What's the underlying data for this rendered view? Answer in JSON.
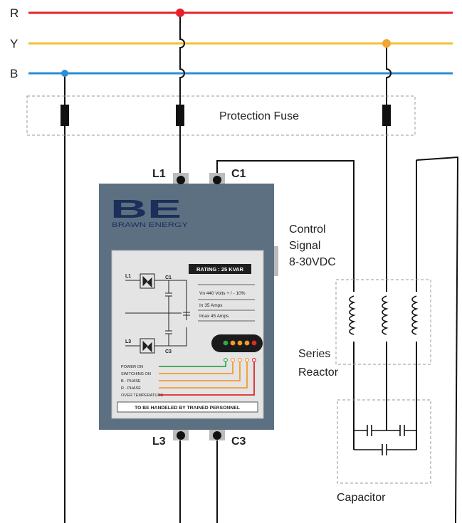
{
  "phases": [
    {
      "label": "R",
      "color": "#e8202a"
    },
    {
      "label": "Y",
      "color": "#f2c230"
    },
    {
      "label": "B",
      "color": "#2a8fd8"
    }
  ],
  "junction_colors": {
    "r": "#e8202a",
    "y": "#f4a431",
    "b": "#2a8fd8"
  },
  "fuse_label": "Protection Fuse",
  "terminals": {
    "l1": "L1",
    "c1": "C1",
    "l3": "L3",
    "c3": "C3"
  },
  "brand": {
    "logo": "BE",
    "name": "BRAWN ENERGY",
    "color": "#1c2f5a"
  },
  "control_signal": [
    "Control",
    "Signal",
    "8-30VDC"
  ],
  "reactor_label": [
    "Series",
    "Reactor"
  ],
  "capacitor_label": "Capacitor",
  "panel": {
    "rating": "RATING : 25 KVAR",
    "specs": [
      "Vn   440 Volts + / - 10%",
      "In    35  Amps",
      "Imax 45  Amps"
    ],
    "schematic_labels": {
      "l1": "L1",
      "c1": "C1",
      "l3": "L3",
      "c3": "C3"
    },
    "indicators": [
      {
        "label": "POWER ON",
        "color": "#2ea84a"
      },
      {
        "label": "SWITCHING ON",
        "color": "#f39a2e"
      },
      {
        "label": "B - PHASE",
        "color": "#f39a2e"
      },
      {
        "label": "R - PHASE",
        "color": "#f39a2e"
      },
      {
        "label": "OVER TEMPERATURE",
        "color": "#e02a2a"
      }
    ],
    "warning": "TO BE HANDELED BY TRAINED PERSONNEL"
  },
  "module_color": "#5d7082"
}
